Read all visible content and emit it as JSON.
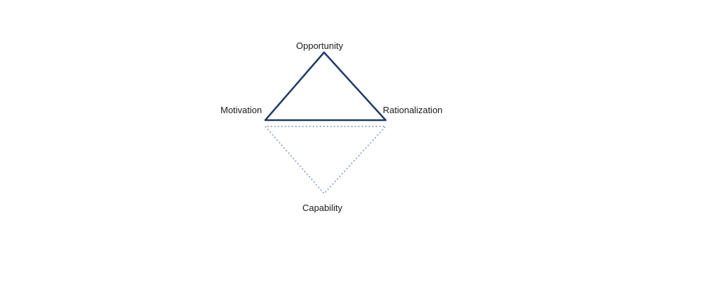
{
  "diagram": {
    "nodes": {
      "top": "Opportunity",
      "left": "Motivation",
      "right": "Rationalization",
      "bottom": "Capability"
    },
    "colors": {
      "solid_triangle": "#1f3a68",
      "dotted_triangle": "#8aa4c8",
      "text": "#1a1a1a"
    }
  }
}
